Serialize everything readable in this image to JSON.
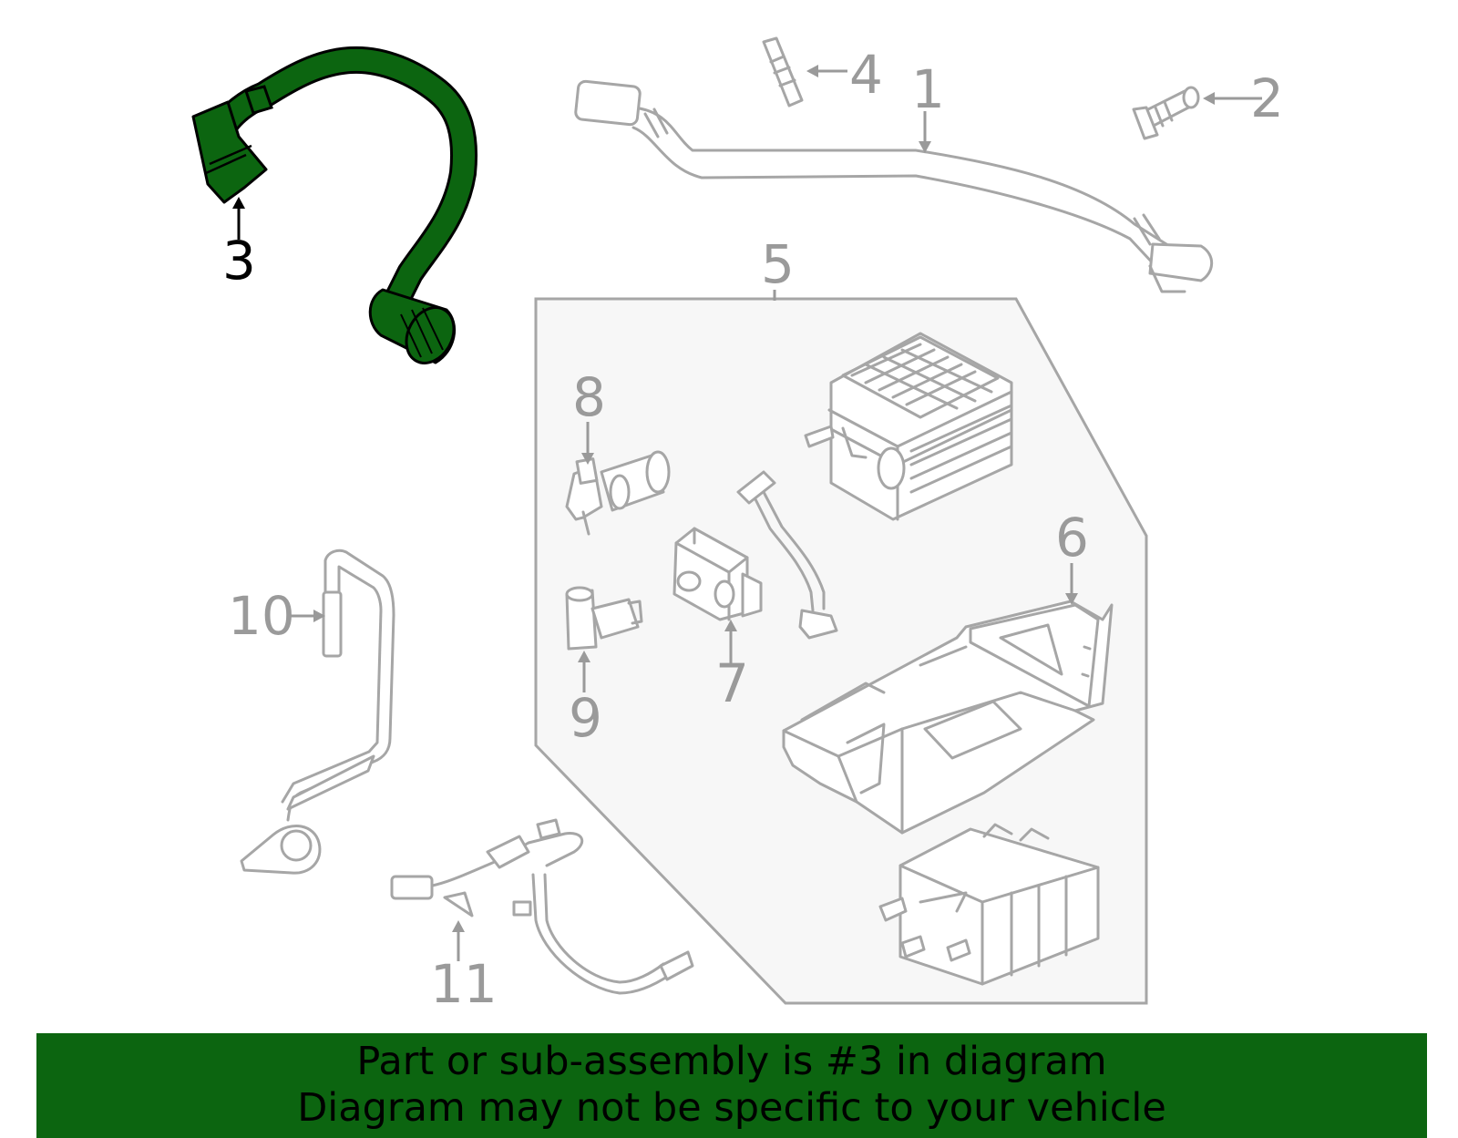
{
  "callouts": {
    "c1": "1",
    "c2": "2",
    "c3": "3",
    "c4": "4",
    "c5": "5",
    "c6": "6",
    "c7": "7",
    "c8": "8",
    "c9": "9",
    "c10": "10",
    "c11": "11"
  },
  "highlighted_part": "3",
  "colors": {
    "highlight": "#0c6510",
    "line": "#a6a6a6",
    "label": "#9a9a9a",
    "panel": "#f7f7f7"
  },
  "banner": {
    "line1": "Part or sub-assembly is #3 in diagram",
    "line2": "Diagram may not be specific to your vehicle"
  }
}
